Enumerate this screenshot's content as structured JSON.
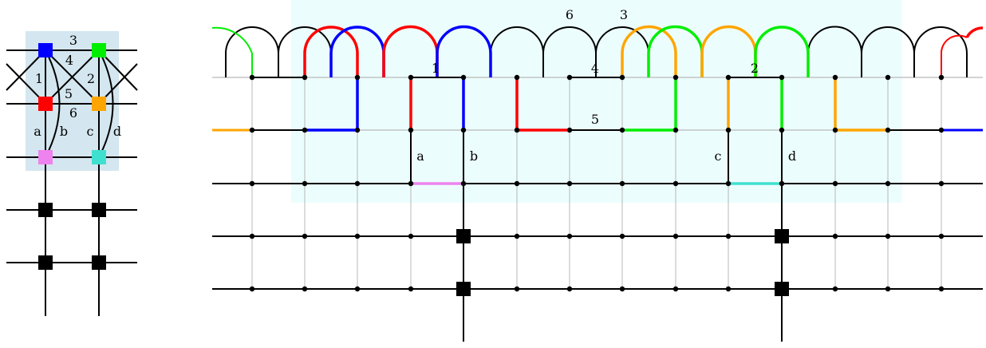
{
  "colors": {
    "blue": "#0000ff",
    "red": "#ff0000",
    "green": "#00ee00",
    "orange": "#ffa500",
    "violet": "#ee82ee",
    "turquoise": "#40e0d0",
    "highlight_left": "#d4e6ef",
    "highlight_right": "#ecfdfd",
    "grid": "#b8b8b8",
    "ink": "#000000"
  },
  "small_graph": {
    "nodes": [
      {
        "id": "blue-node",
        "color": "blue"
      },
      {
        "id": "green-node",
        "color": "green"
      },
      {
        "id": "red-node",
        "color": "red"
      },
      {
        "id": "orange-node",
        "color": "orange"
      },
      {
        "id": "violet-node",
        "color": "violet"
      },
      {
        "id": "turquoise-node",
        "color": "turquoise"
      },
      {
        "id": "black-node-1",
        "color": "ink"
      },
      {
        "id": "black-node-2",
        "color": "ink"
      },
      {
        "id": "black-node-3",
        "color": "ink"
      },
      {
        "id": "black-node-4",
        "color": "ink"
      }
    ],
    "edge_labels": {
      "e1": "1",
      "e2": "2",
      "e3": "3",
      "e4": "4",
      "e5": "5",
      "e6": "6",
      "ea": "a",
      "eb": "b",
      "ec": "c",
      "ed": "d"
    }
  },
  "embedding": {
    "edge_labels": {
      "e1": "1",
      "e2": "2",
      "e3": "3",
      "e4": "4",
      "e5": "5",
      "e6": "6",
      "ea": "a",
      "eb": "b",
      "ec": "c",
      "ed": "d"
    }
  }
}
